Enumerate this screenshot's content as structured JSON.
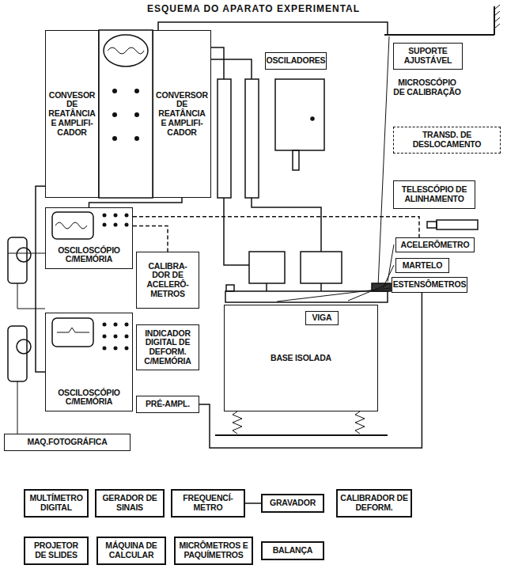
{
  "diagram": {
    "title": "ESQUEMA DO APARATO EXPERIMENTAL",
    "nodes": [
      {
        "text": [
          "CONVESOR DE REATÂNCIA E AMPLIFI- CADOR"
        ]
      },
      {
        "text": [
          "CONVERSOR DE REATÂNCIA E AMPLIFI- CADOR"
        ]
      },
      {
        "text": [
          "OSCILADORES"
        ]
      },
      {
        "text": [
          "SUPORTE AJUSTÁVEL"
        ]
      },
      {
        "text": [
          "TRANSD. DE DESLOCAMENTO"
        ]
      },
      {
        "text": [
          "TELESCÓPIO DE ALINHAMENTO"
        ]
      },
      {
        "text": [
          "OSCILOSCÓPIO C/MEMÓRIA"
        ]
      },
      {
        "text": [
          "CALIBRA- DOR DE ACELERÔ- METROS"
        ]
      },
      {
        "text": [
          "ACELERÔMETRO"
        ]
      },
      {
        "text": [
          "BASE ISOLADA"
        ]
      },
      {
        "text": [
          "VIGA"
        ],
        "in": 9
      },
      {
        "text": [
          "MARTELO"
        ]
      },
      {
        "text": [
          "OSCILOSCÓPIO C/MEMÓRIA"
        ]
      },
      {
        "text": [
          "INDICADOR DIGITAL DE DEFORM. C/MEMÓRIA"
        ]
      },
      {
        "text": [
          "ESTENSÔMETROS"
        ]
      },
      {
        "text": [
          "PRÉ-AMPL."
        ]
      },
      {
        "text": [
          "MAQ.FOTOGRÁFICA"
        ]
      },
      {
        "text": [
          "MULTÍMETRO DIGITAL"
        ]
      },
      {
        "text": [
          "GERADOR DE SINAIS"
        ]
      },
      {
        "text": [
          "FREQUENCÍ- METRO"
        ]
      },
      {
        "text": [
          "GRAVADOR"
        ]
      },
      {
        "text": [
          "CALIBRADOR DE DEFORM."
        ]
      },
      {
        "text": [
          "PROJETOR DE SLIDES"
        ]
      },
      {
        "text": [
          "MÁQUINA DE CALCULAR"
        ]
      },
      {
        "text": [
          "MICRÔMETROS E PAQUÍMETROS"
        ]
      },
      {
        "text": [
          "BALANÇA"
        ]
      }
    ],
    "edges": [
      {
        "from": 1,
        "to": 6,
        "arrow": "none"
      },
      {
        "from": 0,
        "to": 12,
        "arrow": "none"
      },
      {
        "from": 15,
        "to": 14,
        "arrow": "none"
      },
      {
        "from": 6,
        "to": 7,
        "arrow": "none"
      },
      {
        "from": 19,
        "to": 20,
        "arrow": "none"
      },
      {
        "from": 6,
        "to": 8,
        "arrow": "none"
      }
    ],
    "labels": [
      "MICROSCÓPIO DE CALIBRAÇÃO"
    ]
  }
}
